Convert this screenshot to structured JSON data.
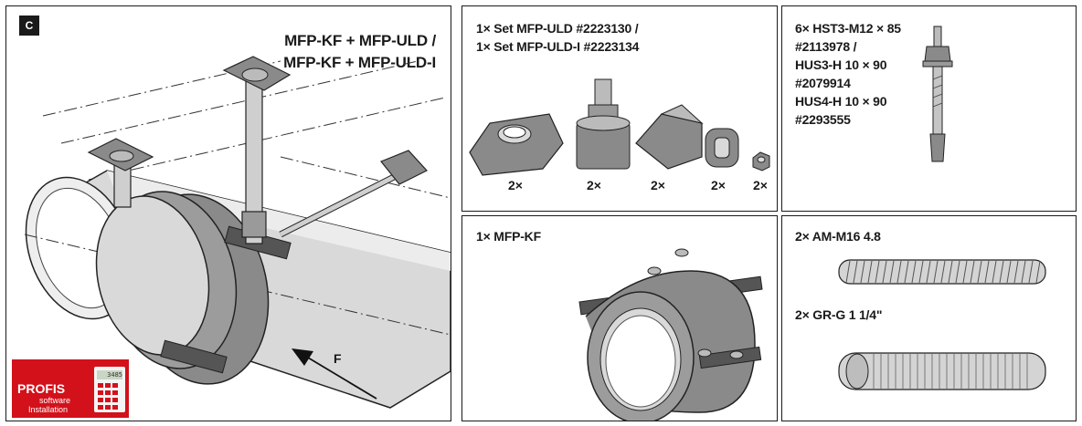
{
  "panel_c": {
    "badge": "C",
    "title_line1": "MFP-KF + MFP-ULD /",
    "title_line2": "MFP-KF + MFP-ULD-I",
    "force_label": "F",
    "logo": {
      "brand": "PROFIS",
      "line1": "software",
      "line2": "Installation",
      "display": "3485",
      "color": "#d2111b"
    }
  },
  "set_panel": {
    "line1": "1× Set MFP-ULD #2223130 /",
    "line2": "1× Set MFP-ULD-I #2223134",
    "quantities": [
      "2×",
      "2×",
      "2×",
      "2×",
      "2×"
    ]
  },
  "anchor_panel": {
    "lines": [
      "6× HST3-M12 × 85",
      "#2113978 /",
      "HUS3-H 10 × 90",
      "#2079914",
      "HUS4-H 10 × 90",
      "#2293555"
    ]
  },
  "clamp_panel": {
    "label": "1× MFP-KF"
  },
  "rod_panel": {
    "rod_label": "2× AM-M16 4.8",
    "sleeve_label": "2× GR-G 1 1/4\""
  }
}
